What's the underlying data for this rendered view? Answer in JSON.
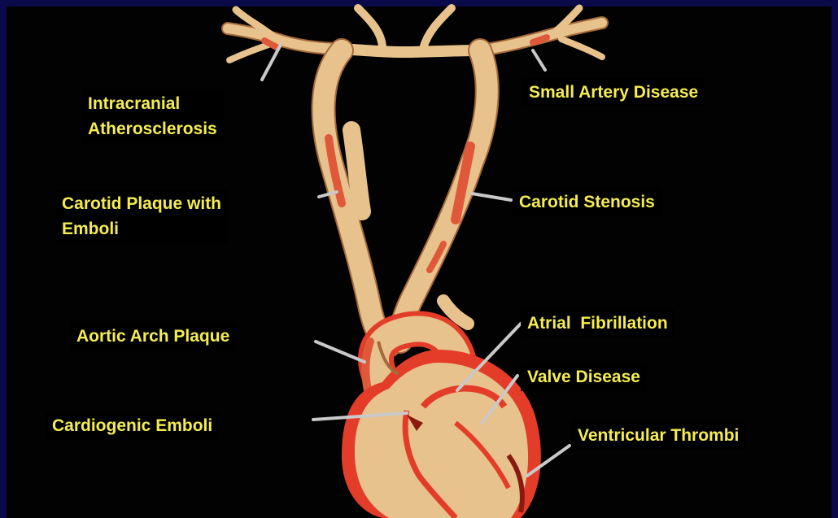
{
  "colors": {
    "frame": "#0a0a4a",
    "background": "#020202",
    "vessel": "#e8c28c",
    "vessel_outline": "#a56a3a",
    "lesion": "#e0583a",
    "heart_wall": "#e33d2a",
    "pointer": "#c9c9c9",
    "label_text": "#f5ec52"
  },
  "labels": {
    "intracranial_line1": "Intracranial",
    "intracranial_line2": "Atherosclerosis",
    "small_artery": "Small Artery Disease",
    "carotid_plaque_line1": "Carotid Plaque with",
    "carotid_plaque_line2": "Emboli",
    "carotid_stenosis": "Carotid Stenosis",
    "aortic_arch": "Aortic Arch Plaque",
    "atrial_fib": "Atrial  Fibrillation",
    "valve": "Valve Disease",
    "cardiogenic": "Cardiogenic Emboli",
    "ventricular": "Ventricular Thrombi"
  }
}
